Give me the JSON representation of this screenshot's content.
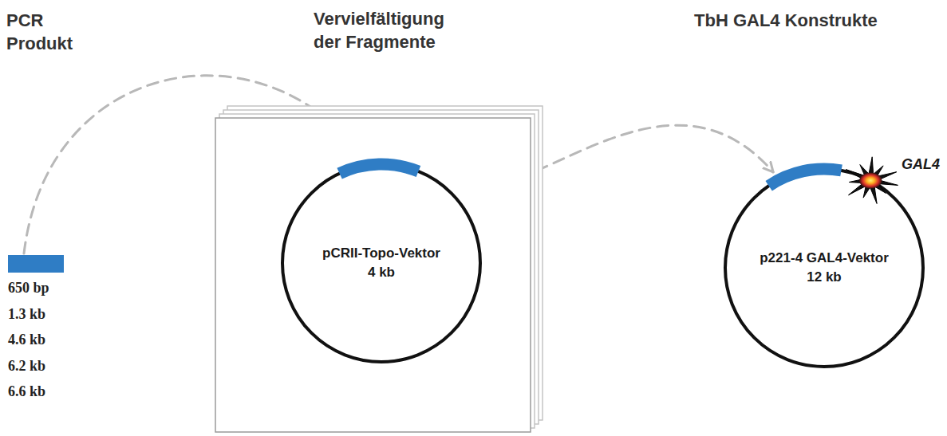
{
  "diagram": {
    "nodes": [
      {
        "text": [
          "PCR Produkt",
          "650 bp",
          "1.3 kb",
          "4.6 kb",
          "6.2 kb",
          "6.6 kb"
        ]
      },
      {
        "text": [
          "Vervielfältigung der Fragmente"
        ]
      },
      {
        "text": [
          "pCRII-Topo-Vektor",
          "4 kb"
        ],
        "in": 1
      },
      {
        "text": [
          "TbH GAL4 Konstrukte",
          "p221-4 GAL4-Vektor",
          "12 kb"
        ]
      }
    ],
    "edges": [
      {
        "from": 0,
        "to": 2,
        "arrow": "to"
      },
      {
        "from": 2,
        "to": 3,
        "arrow": "to"
      }
    ],
    "labels": [
      "GAL4"
    ]
  }
}
